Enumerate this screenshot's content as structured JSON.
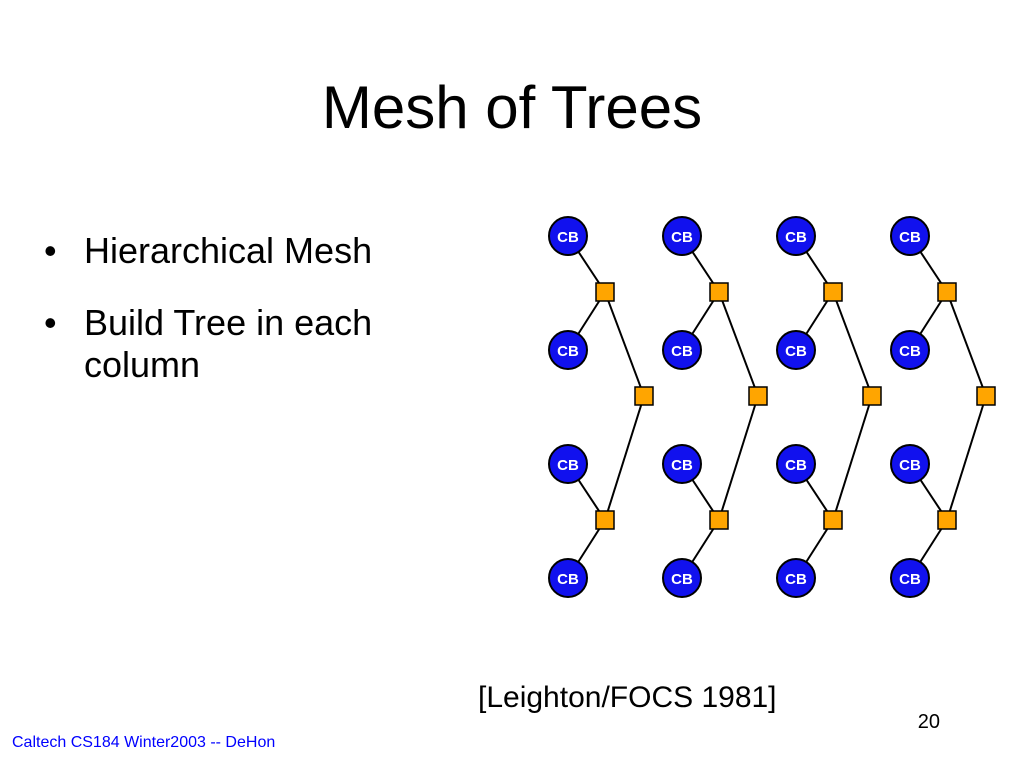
{
  "slide": {
    "title": "Mesh of Trees",
    "bullets": [
      {
        "marker": "•",
        "text": "Hierarchical Mesh"
      },
      {
        "marker": "•",
        "text": "Build Tree in each column"
      }
    ],
    "citation": "[Leighton/FOCS 1981]",
    "page_number": "20",
    "footer": "Caltech CS184 Winter2003 -- DeHon"
  },
  "diagram": {
    "node_label": "CB",
    "columns": 4,
    "leaves_per_column": 4,
    "colors": {
      "cb_fill": "#1111ee",
      "cb_stroke": "#000000",
      "cb_text": "#ffffff",
      "switch_fill": "#ffa500",
      "switch_stroke": "#000000",
      "edge": "#000000"
    }
  }
}
